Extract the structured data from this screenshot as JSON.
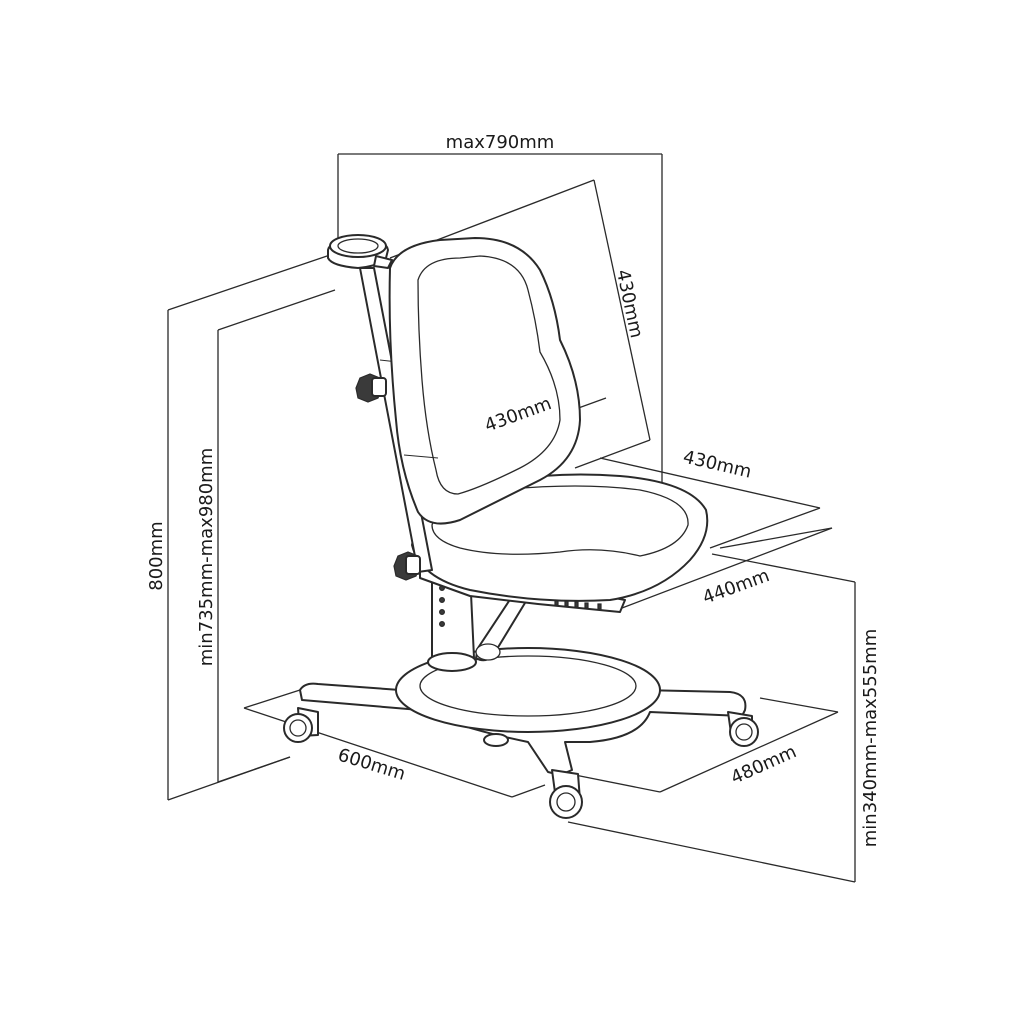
{
  "dimensions": {
    "total_depth": "max790mm",
    "backrest_height": "430mm",
    "backrest_width": "430mm",
    "seat_width": "430mm",
    "seat_depth": "440mm",
    "overall_height": "800mm",
    "height_range": "min735mm-max980mm",
    "seat_height_range": "min340mm-max555mm",
    "base_width": "600mm",
    "base_depth": "480mm"
  }
}
